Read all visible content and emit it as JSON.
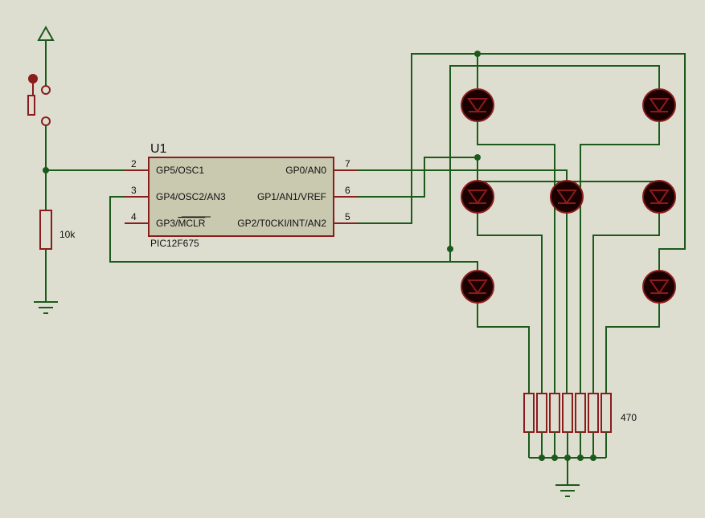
{
  "colors": {
    "background": "#deded0",
    "wire": "#1b5a1b",
    "component": "#8a1c1c",
    "ic_body": "#c9c9b0",
    "led": "#1a0000"
  },
  "ic": {
    "designator": "U1",
    "part": "PIC12F675",
    "left_pins": [
      {
        "num": "2",
        "label": "GP5/OSC1"
      },
      {
        "num": "3",
        "label": "GP4/OSC2/AN3"
      },
      {
        "num": "4",
        "label_plain": "GP3/",
        "label_over": "MCLR"
      }
    ],
    "right_pins": [
      {
        "num": "7",
        "label": "GP0/AN0"
      },
      {
        "num": "6",
        "label": "GP1/AN1/VREF"
      },
      {
        "num": "5",
        "label": "GP2/T0CKI/INT/AN2"
      }
    ]
  },
  "pullup_resistor": {
    "value": "10k"
  },
  "resistor_array": {
    "value": "470"
  }
}
